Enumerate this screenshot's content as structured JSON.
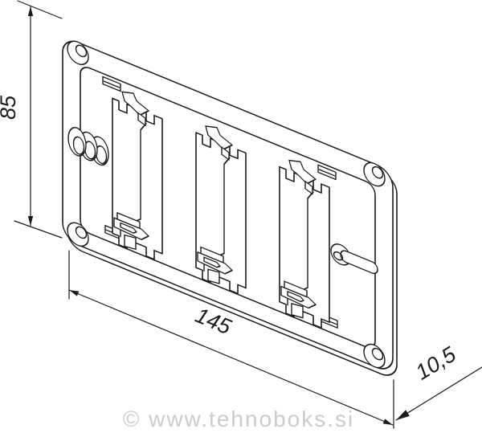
{
  "dimensions": {
    "height": "85",
    "width": "145",
    "depth": "10,5"
  },
  "watermark": {
    "text": "© www.tehnoboks.si"
  },
  "colors": {
    "line": "#1c1c1c",
    "watermark": "#cccccc",
    "background": "#ffffff",
    "dimension_text": "#1c1c1c"
  }
}
